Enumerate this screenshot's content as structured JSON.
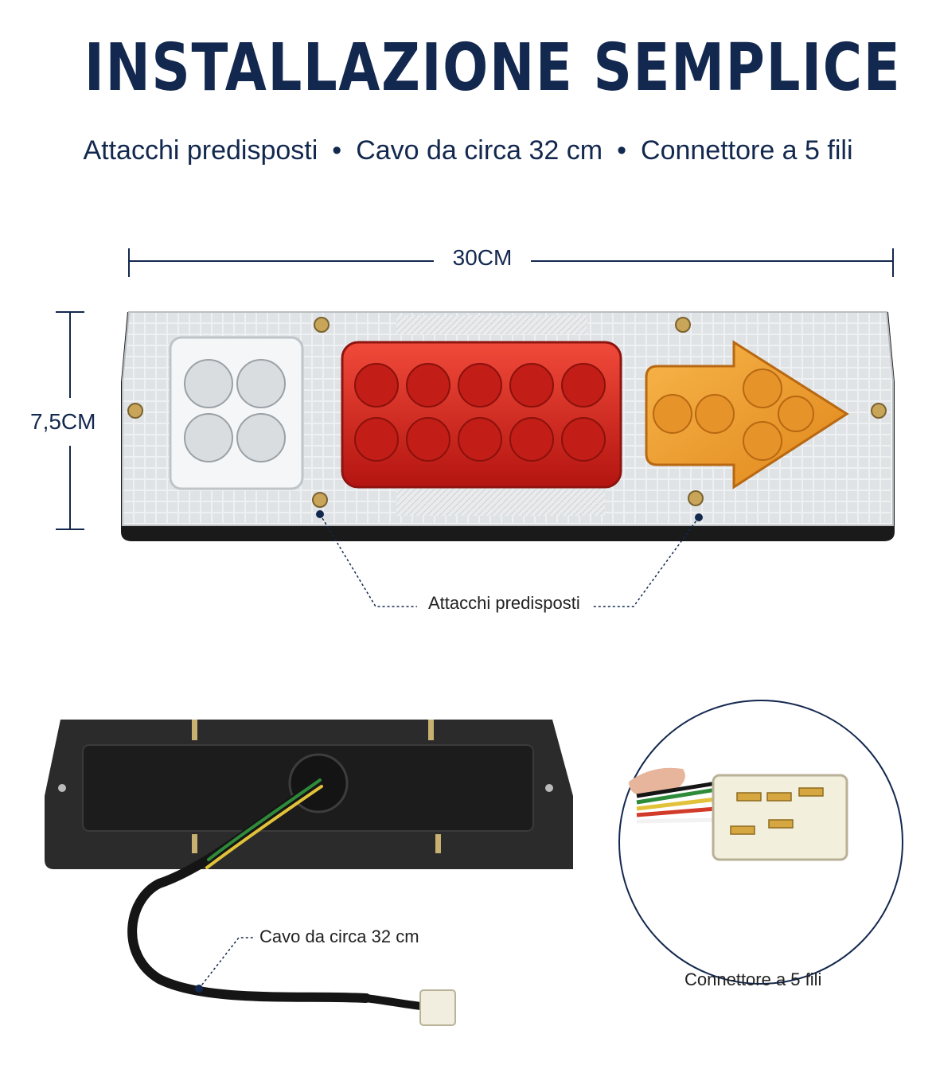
{
  "header": {
    "title": "INSTALLAZIONE SEMPLICE",
    "subtitle_items": [
      "Attacchi predisposti",
      "Cavo da circa 32 cm",
      "Connettore a 5 fili"
    ]
  },
  "dimensions": {
    "width_label": "30CM",
    "height_label": "7,5CM"
  },
  "callouts": {
    "mounts": "Attacchi predisposti",
    "cable": "Cavo da circa 32 cm",
    "connector": "Connettore a 5 fili"
  },
  "colors": {
    "navy": "#13284f",
    "red_lamp": "#d8261e",
    "amber_lamp": "#f0a020",
    "housing": "#e8eaec",
    "back_plate": "#2a2a2a"
  }
}
